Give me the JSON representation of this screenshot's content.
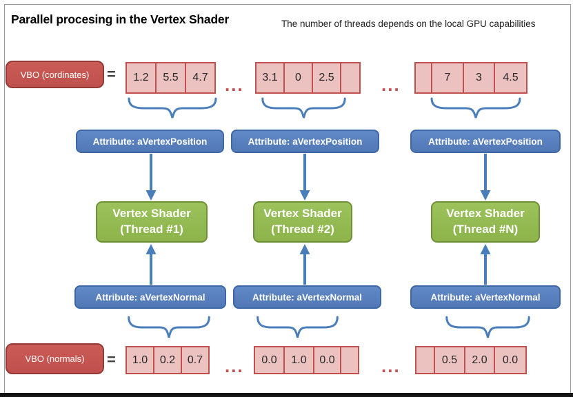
{
  "header": {
    "title": "Parallel procesing in the Vertex Shader",
    "subtitle": "The number of threads depends on the local GPU capabilities"
  },
  "colors": {
    "red": "#c0504d",
    "pink": "#ecc2c1",
    "blue": "#5680bf",
    "green": "#94bb55",
    "accent": "#4a7ebb"
  },
  "vbo_coordinates": {
    "label": "VBO (cordinates)",
    "equals": "=",
    "ellipses": [
      "...",
      "..."
    ],
    "arrays": [
      {
        "cells": [
          "1.2",
          "5.5",
          "4.7"
        ]
      },
      {
        "cells": [
          "3.1",
          "0",
          "2.5",
          ""
        ]
      },
      {
        "cells": [
          "",
          "7",
          "3",
          "4.5"
        ]
      }
    ]
  },
  "attributes_position": [
    "Attribute: aVertexPosition",
    "Attribute: aVertexPosition",
    "Attribute: aVertexPosition"
  ],
  "shaders": [
    {
      "name": "Vertex Shader",
      "thread": "(Thread #1)"
    },
    {
      "name": "Vertex Shader",
      "thread": "(Thread #2)"
    },
    {
      "name": "Vertex Shader",
      "thread": "(Thread #N)"
    }
  ],
  "attributes_normal": [
    "Attribute: aVertexNormal",
    "Attribute: aVertexNormal",
    "Attribute: aVertexNormal"
  ],
  "vbo_normals": {
    "label": "VBO (normals)",
    "equals": "=",
    "ellipses": [
      "...",
      "..."
    ],
    "arrays": [
      {
        "cells": [
          "1.0",
          "0.2",
          "0.7"
        ]
      },
      {
        "cells": [
          "0.0",
          "1.0",
          "0.0",
          ""
        ]
      },
      {
        "cells": [
          "",
          "0.5",
          "2.0",
          "0.0"
        ]
      }
    ]
  }
}
